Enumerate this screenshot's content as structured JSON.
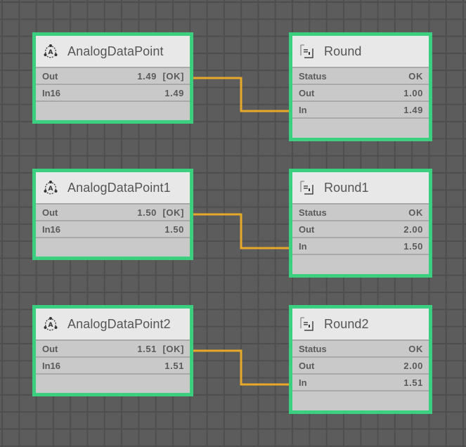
{
  "canvas": {
    "background": "#5c5c5c",
    "grid_color": "#4e4e4e",
    "node_border_color": "#3ad07f",
    "link_color": "#e8a92a"
  },
  "nodes": [
    {
      "id": "analog0",
      "type": "AnalogDataPoint",
      "icon": "analog-data-point-icon",
      "title": "AnalogDataPoint",
      "rows": [
        {
          "label": "Out",
          "value": "1.49  [OK]"
        },
        {
          "label": "In16",
          "value": "1.49"
        }
      ]
    },
    {
      "id": "round0",
      "type": "Round",
      "icon": "round-function-icon",
      "title": "Round",
      "rows": [
        {
          "label": "Status",
          "value": "OK"
        },
        {
          "label": "Out",
          "value": "1.00"
        },
        {
          "label": "In",
          "value": "1.49"
        }
      ]
    },
    {
      "id": "analog1",
      "type": "AnalogDataPoint",
      "icon": "analog-data-point-icon",
      "title": "AnalogDataPoint1",
      "rows": [
        {
          "label": "Out",
          "value": "1.50  [OK]"
        },
        {
          "label": "In16",
          "value": "1.50"
        }
      ]
    },
    {
      "id": "round1",
      "type": "Round",
      "icon": "round-function-icon",
      "title": "Round1",
      "rows": [
        {
          "label": "Status",
          "value": "OK"
        },
        {
          "label": "Out",
          "value": "2.00"
        },
        {
          "label": "In",
          "value": "1.50"
        }
      ]
    },
    {
      "id": "analog2",
      "type": "AnalogDataPoint",
      "icon": "analog-data-point-icon",
      "title": "AnalogDataPoint2",
      "rows": [
        {
          "label": "Out",
          "value": "1.51  [OK]"
        },
        {
          "label": "In16",
          "value": "1.51"
        }
      ]
    },
    {
      "id": "round2",
      "type": "Round",
      "icon": "round-function-icon",
      "title": "Round2",
      "rows": [
        {
          "label": "Status",
          "value": "OK"
        },
        {
          "label": "Out",
          "value": "2.00"
        },
        {
          "label": "In",
          "value": "1.51"
        }
      ]
    }
  ],
  "links": [
    {
      "from": "AnalogDataPoint.Out",
      "to": "Round.In"
    },
    {
      "from": "AnalogDataPoint1.Out",
      "to": "Round1.In"
    },
    {
      "from": "AnalogDataPoint2.Out",
      "to": "Round2.In"
    }
  ]
}
